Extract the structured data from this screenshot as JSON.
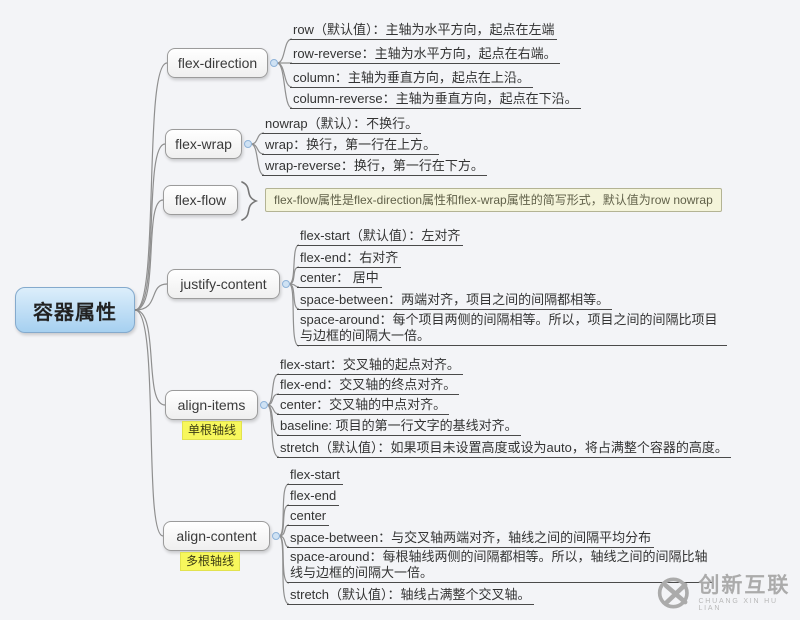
{
  "root": {
    "label": "容器属性"
  },
  "branches": [
    {
      "label": "flex-direction",
      "leaves": [
        "row（默认值）：主轴为水平方向，起点在左端",
        "row-reverse：主轴为水平方向，起点在右端。",
        "column：主轴为垂直方向，起点在上沿。",
        "column-reverse：主轴为垂直方向，起点在下沿。"
      ]
    },
    {
      "label": "flex-wrap",
      "leaves": [
        "nowrap（默认）：不换行。",
        "wrap：换行，第一行在上方。",
        "wrap-reverse：换行，第一行在下方。"
      ]
    },
    {
      "label": "flex-flow",
      "note": "flex-flow属性是flex-direction属性和flex-wrap属性的简写形式，默认值为row nowrap"
    },
    {
      "label": "justify-content",
      "leaves": [
        "flex-start（默认值）：左对齐",
        "flex-end：右对齐",
        "center： 居中",
        "space-between：两端对齐，项目之间的间隔都相等。",
        "space-around：每个项目两侧的间隔相等。所以，项目之间的间隔比项目与边框的间隔大一倍。"
      ]
    },
    {
      "label": "align-items",
      "tag": "单根轴线",
      "leaves": [
        "flex-start：交叉轴的起点对齐。",
        "flex-end：交叉轴的终点对齐。",
        "center：交叉轴的中点对齐。",
        "baseline: 项目的第一行文字的基线对齐。",
        "stretch（默认值）：如果项目未设置高度或设为auto，将占满整个容器的高度。"
      ]
    },
    {
      "label": "align-content",
      "tag": "多根轴线",
      "leaves": [
        "flex-start",
        "flex-end",
        "center",
        "space-between：与交叉轴两端对齐，轴线之间的间隔平均分布",
        "space-around：每根轴线两侧的间隔都相等。所以，轴线之间的间隔比轴线与边框的间隔大一倍。",
        "stretch（默认值）：轴线占满整个交叉轴。"
      ]
    }
  ],
  "watermark": {
    "name": "创新互联",
    "subtitle": "CHUANG XIN HU LIAN"
  },
  "colors": {
    "background": "#f3f4f7",
    "root_fill_top": "#dceefb",
    "root_fill_bottom": "#a6d0f0",
    "root_border": "#84aacd",
    "branch_border": "#9b9b9b",
    "connector": "#8f8f8f",
    "tag_background": "#f7f75c",
    "note_background": "#f4f4da",
    "watermark_gray": "#ababab"
  }
}
